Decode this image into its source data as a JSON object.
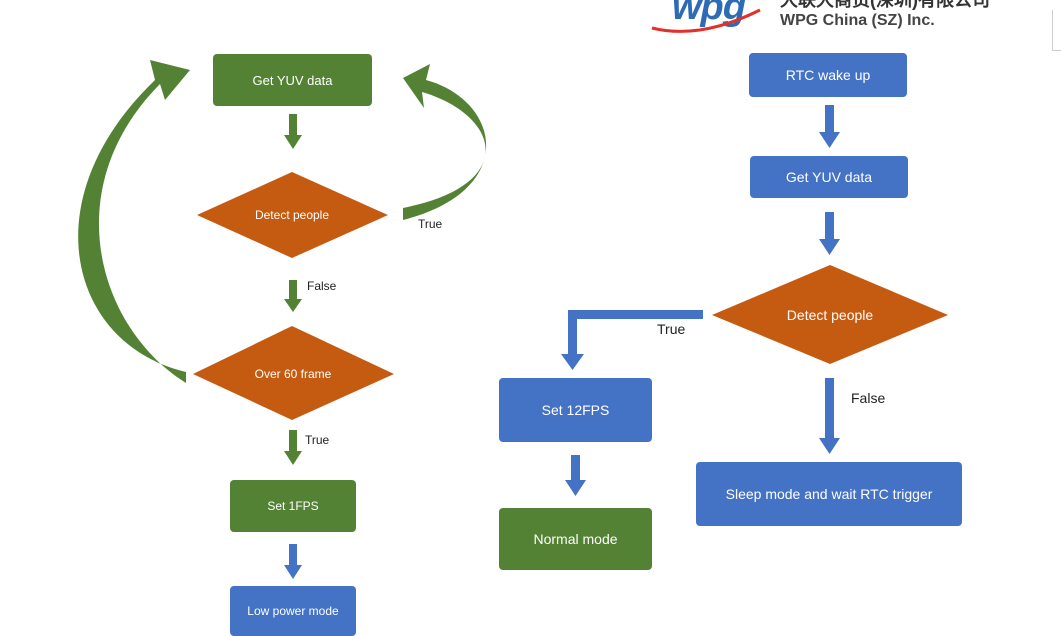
{
  "header": {
    "logo_mark": "wpg",
    "company_cn": "大联大商贸(深圳)有限公司",
    "company_en": "WPG China (SZ) Inc."
  },
  "left_flow": {
    "get_yuv": "Get YUV data",
    "detect_people": "Detect people",
    "true_label_1": "True",
    "false_label": "False",
    "over_60": "Over 60 frame",
    "true_label_2": "True",
    "set_1fps": "Set 1FPS",
    "low_power": "Low power mode"
  },
  "right_flow": {
    "rtc_wake": "RTC wake up",
    "get_yuv": "Get YUV data",
    "detect_people": "Detect people",
    "true_label": "True",
    "false_label": "False",
    "set_12fps": "Set 12FPS",
    "normal_mode": "Normal mode",
    "sleep_mode": "Sleep mode and wait RTC trigger"
  },
  "colors": {
    "green": "#548235",
    "blue": "#4472c4",
    "orange": "#c55a11"
  }
}
